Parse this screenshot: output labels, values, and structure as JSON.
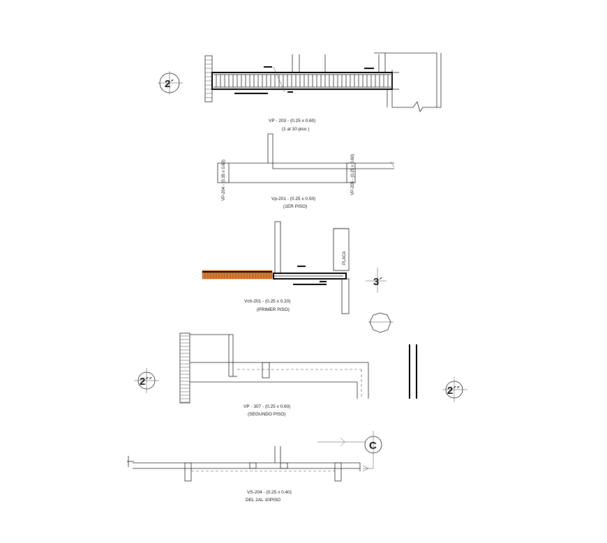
{
  "drawings": {
    "vp203": {
      "title": "VP - 203 - (0.25 x 0.60)",
      "subtitle": "(1 al 10 piso )",
      "bubble": "2´"
    },
    "vp201": {
      "title": "Vp-201 - (0.25 x 0.50)",
      "subtitle": "(1ER PISO)",
      "left_tag": "VP-204 - (0.35 x 0.60)",
      "right_tag": "VP-205 - (0.25 x 0.60)"
    },
    "vch201": {
      "title": "Vch-201 - (0.25 x 0.20)",
      "subtitle": "(PRIMER PISO)",
      "placa_tag": "PLACA",
      "bubble": "3´"
    },
    "vp307": {
      "title": "VP - 307 - (0.25 x 0.60)",
      "subtitle": "(SEGUNDO PISO)",
      "bubble_left": "2´´",
      "bubble_right": "2´´"
    },
    "vs204": {
      "title": "VS-204 - (0.25 x 0.40)",
      "subtitle": "DEL 2AL 10PISO",
      "bubble": "C"
    }
  },
  "colors": {
    "line": "#222222",
    "hatch": "#e07a2a",
    "bar": "#000000"
  }
}
